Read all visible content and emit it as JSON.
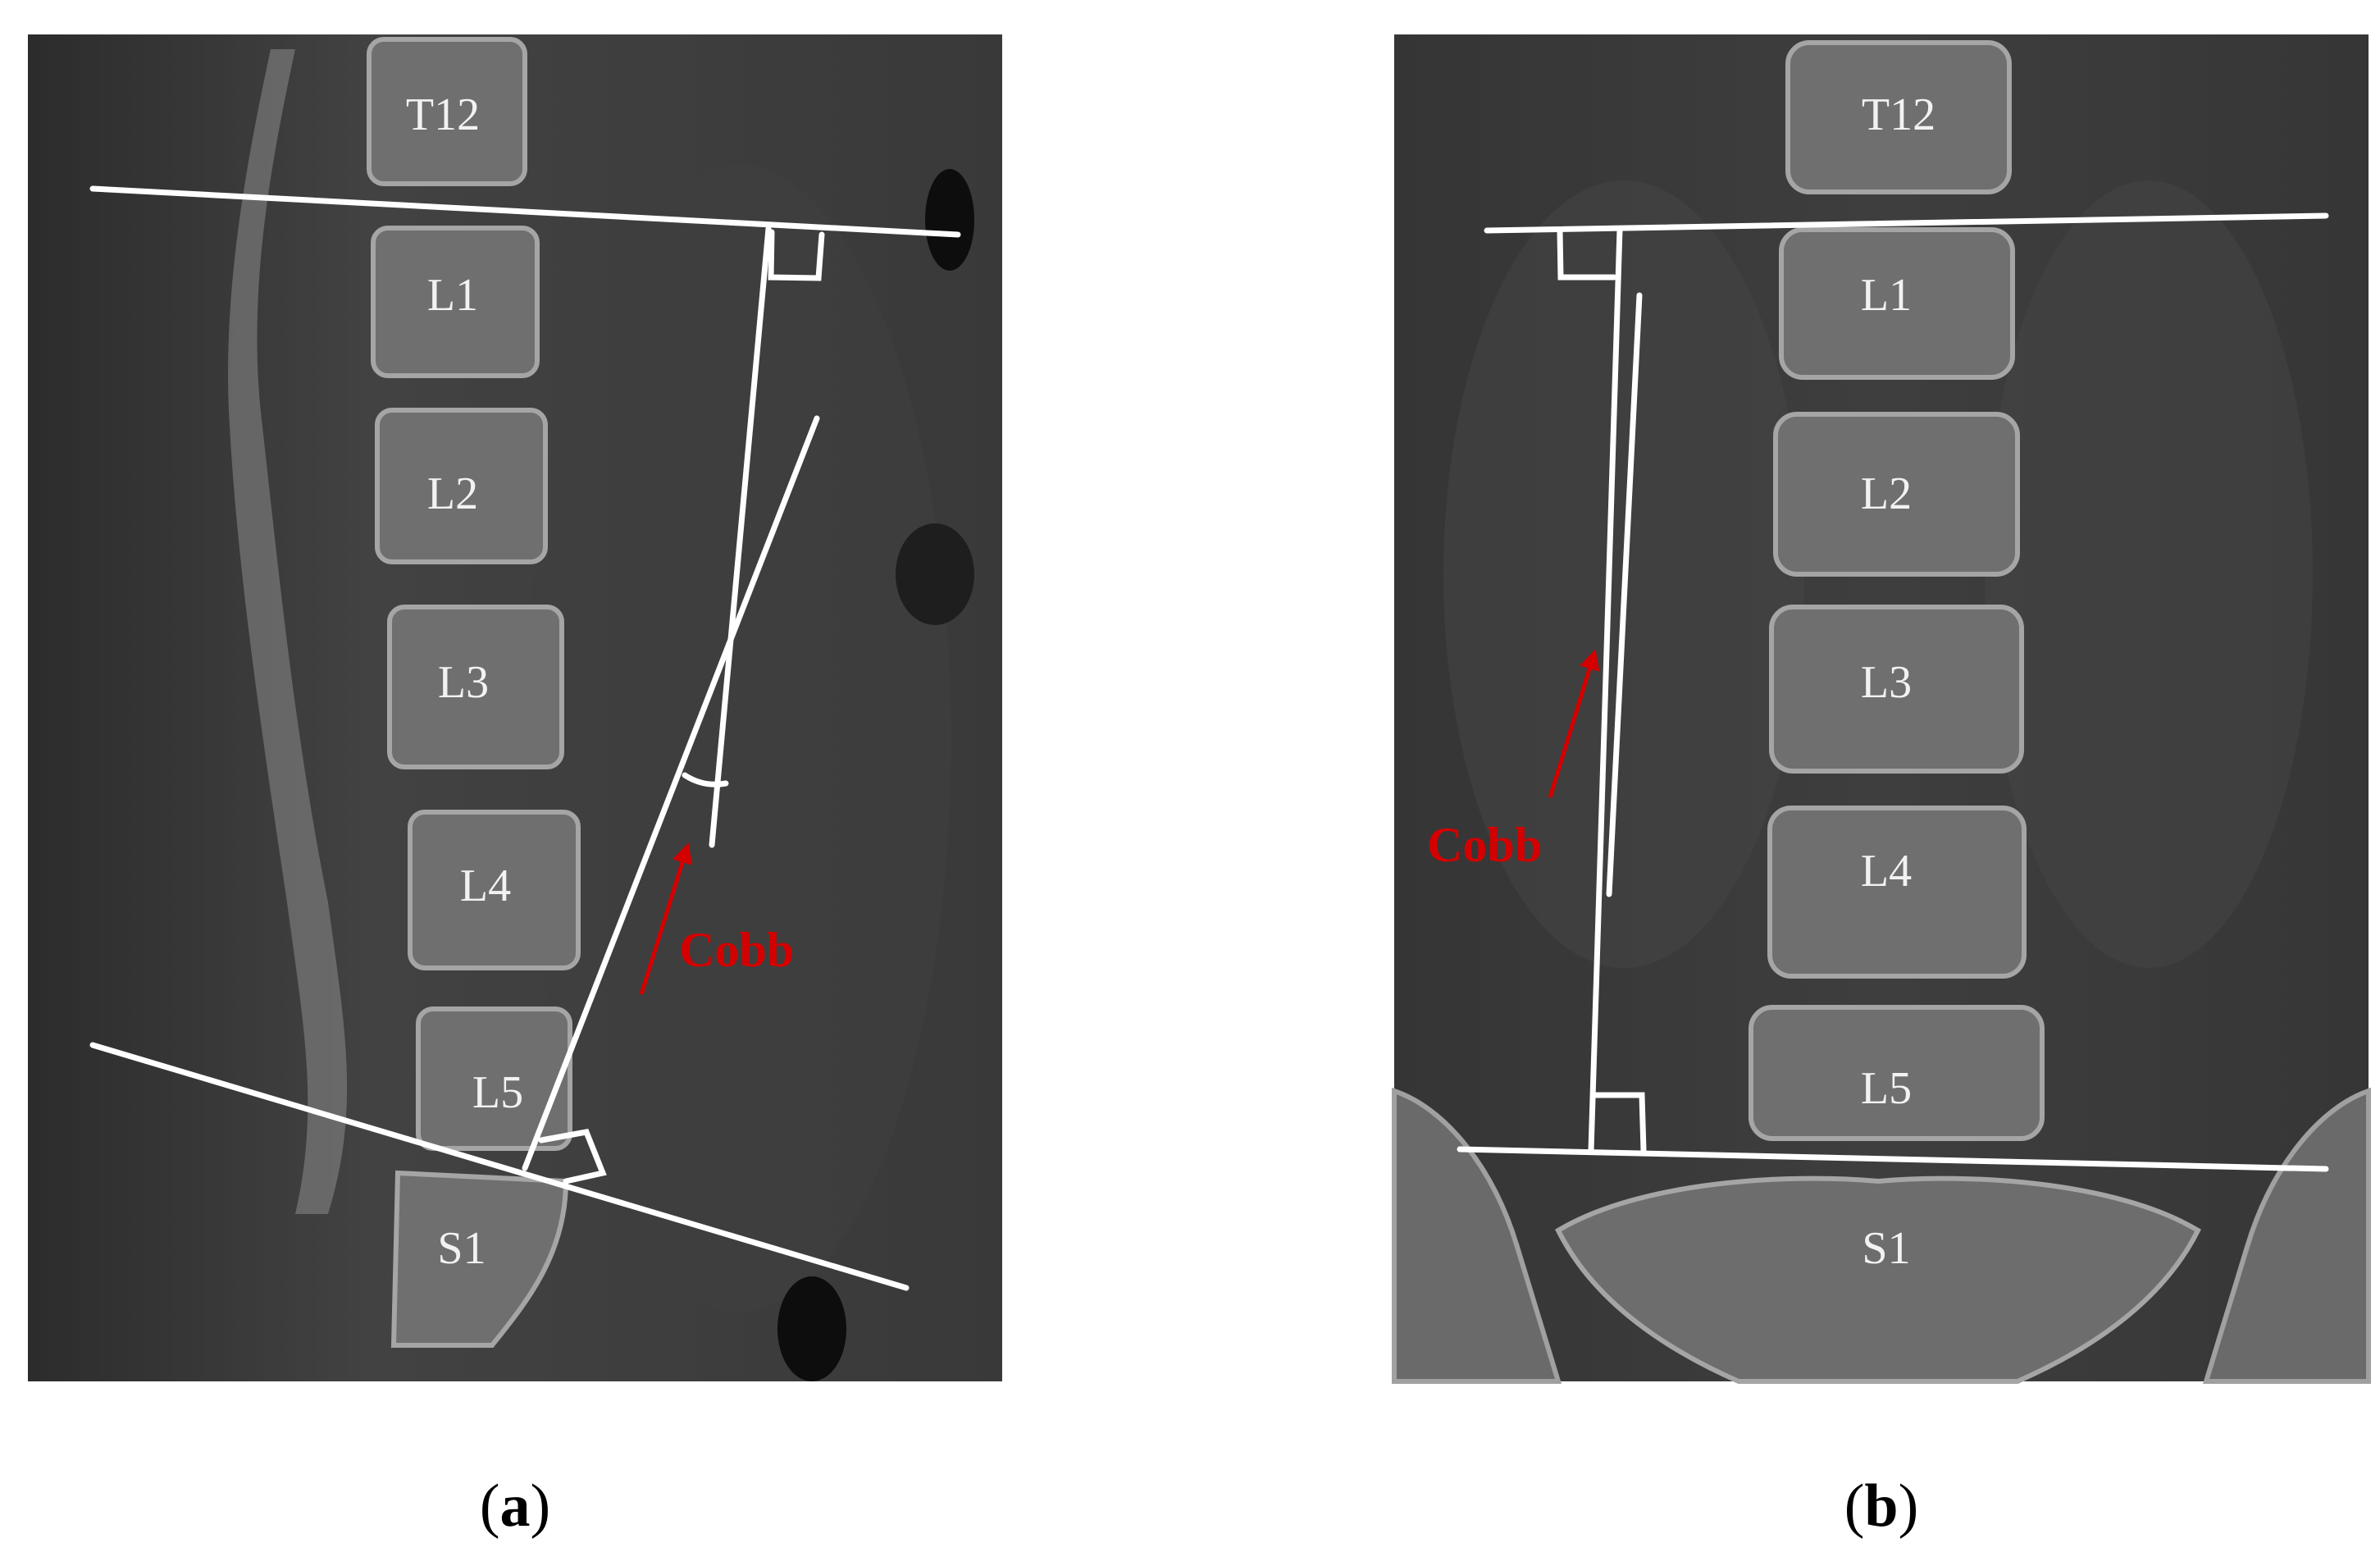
{
  "panels": [
    {
      "caption_letter": "a",
      "vertebrae": [
        "T12",
        "L1",
        "L2",
        "L3",
        "L4",
        "L5",
        "S1"
      ],
      "annotation": "Cobb"
    },
    {
      "caption_letter": "b",
      "vertebrae": [
        "T12",
        "L1",
        "L2",
        "L3",
        "L4",
        "L5",
        "S1"
      ],
      "annotation": "Cobb"
    }
  ],
  "colors": {
    "annotation": "#d40000",
    "lines": "#ffffff",
    "background": "#3a3a3a"
  }
}
